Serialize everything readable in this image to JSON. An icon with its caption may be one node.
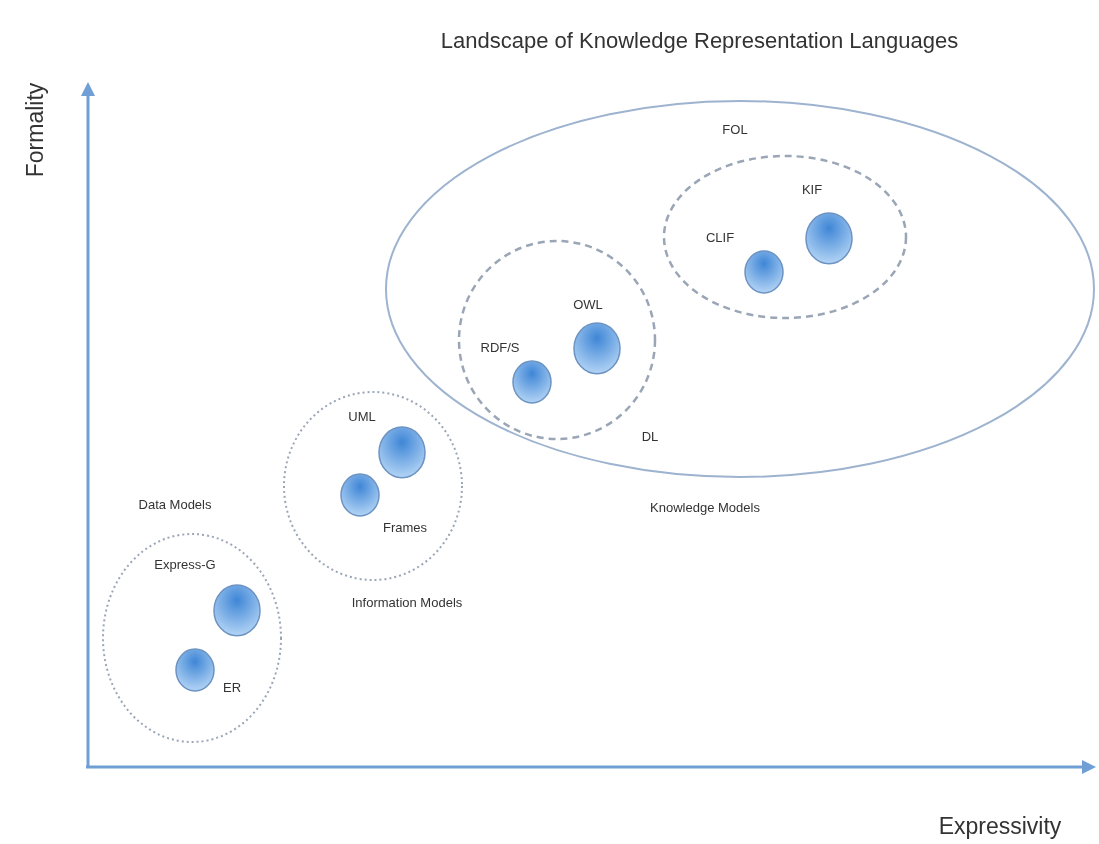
{
  "diagram": {
    "title": "Landscape of Knowledge Representation Languages",
    "nodes": [
      {
        "text": [
          "Data Models"
        ]
      },
      {
        "text": [
          "Express-G"
        ],
        "in": 0
      },
      {
        "text": [
          "ER"
        ],
        "in": 0
      },
      {
        "text": [
          "Information Models"
        ]
      },
      {
        "text": [
          "UML"
        ],
        "in": 3
      },
      {
        "text": [
          "Frames"
        ],
        "in": 3
      },
      {
        "text": [
          "FOL",
          "Knowledge Models"
        ]
      },
      {
        "text": [
          "DL"
        ],
        "in": 6
      },
      {
        "text": [
          "RDF/S"
        ],
        "in": 7
      },
      {
        "text": [
          "OWL"
        ],
        "in": 7
      },
      {
        "text": [],
        "shape": "ellipse",
        "in": 6
      },
      {
        "text": [
          "CLIF"
        ],
        "in": 10
      },
      {
        "text": [
          "KIF"
        ],
        "in": 10
      }
    ],
    "labels": [
      "Formality",
      "Expressivity"
    ]
  }
}
